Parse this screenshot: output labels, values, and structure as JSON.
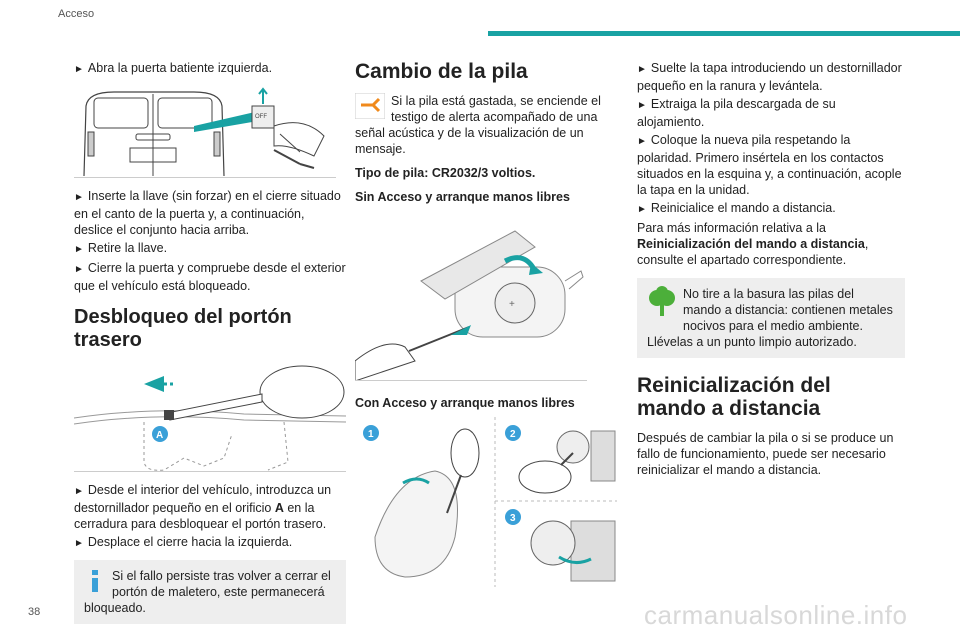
{
  "header": {
    "title": "Acceso"
  },
  "page_number": "38",
  "watermark": "carmanualsonline.info",
  "col1": {
    "p1": "Abra la puerta batiente izquierda.",
    "fig1_label": "OFF",
    "p2": "Inserte la llave (sin forzar) en el cierre situado en el canto de la puerta y, a continuación, deslice el conjunto hacia arriba.",
    "p3": "Retire la llave.",
    "p4": "Cierre la puerta y compruebe desde el exterior que el vehículo está bloqueado.",
    "h_tailgate": "Desbloqueo del portón trasero",
    "fig2_label": "A",
    "p5_a": "Desde el interior del vehículo, introduzca un destornillador pequeño en el orificio ",
    "p5_b": "A",
    "p5_c": " en la cerradura para desbloquear el portón trasero.",
    "p6": "Desplace el cierre hacia la izquierda.",
    "info": "Si el fallo persiste tras volver a cerrar el portón de maletero, este permanecerá bloqueado."
  },
  "col2": {
    "h_battery": "Cambio de la pila",
    "warn": "Si la pila está gastada, se enciende el testigo de alerta acompañado de una señal acústica y de la visualización de un mensaje.",
    "battery_type": "Tipo de pila: CR2032/3 voltios.",
    "sub1": "Sin Acceso y arranque manos libres",
    "sub2": "Con Acceso y arranque manos libres",
    "steps": [
      "1",
      "2",
      "3"
    ]
  },
  "col3": {
    "p1": "Suelte la tapa introduciendo un destornillador pequeño en la ranura y levántela.",
    "p2": "Extraiga la pila descargada de su alojamiento.",
    "p3": "Coloque la nueva pila respetando la polaridad. Primero insértela en los contactos situados en la esquina y, a continuación, acople la tapa en la unidad.",
    "p4": "Reinicialice el mando a distancia.",
    "p5": "Para más información relativa a la",
    "p5_bold": "Reinicialización del mando a distancia",
    "p5_end": ",",
    "p6": "consulte el apartado correspondiente.",
    "eco": "No tire a la basura las pilas del mando a distancia: contienen metales nocivos para el medio ambiente. Llévelas a un punto limpio autorizado.",
    "h_reset": "Reinicialización del mando a distancia",
    "p7": "Después de cambiar la pila o si se produce un fallo de funcionamiento, puede ser necesario reinicializar el mando a distancia."
  },
  "colors": {
    "accent": "#19a2a3",
    "orange": "#f08a1c",
    "green": "#4caf3a",
    "info_blue": "#3aa0d8",
    "box_gray": "#eeeeee"
  },
  "icons": {
    "arrow": "►",
    "info": "info-icon",
    "warning": "warning-light-icon",
    "eco": "recycle-tree-icon"
  }
}
